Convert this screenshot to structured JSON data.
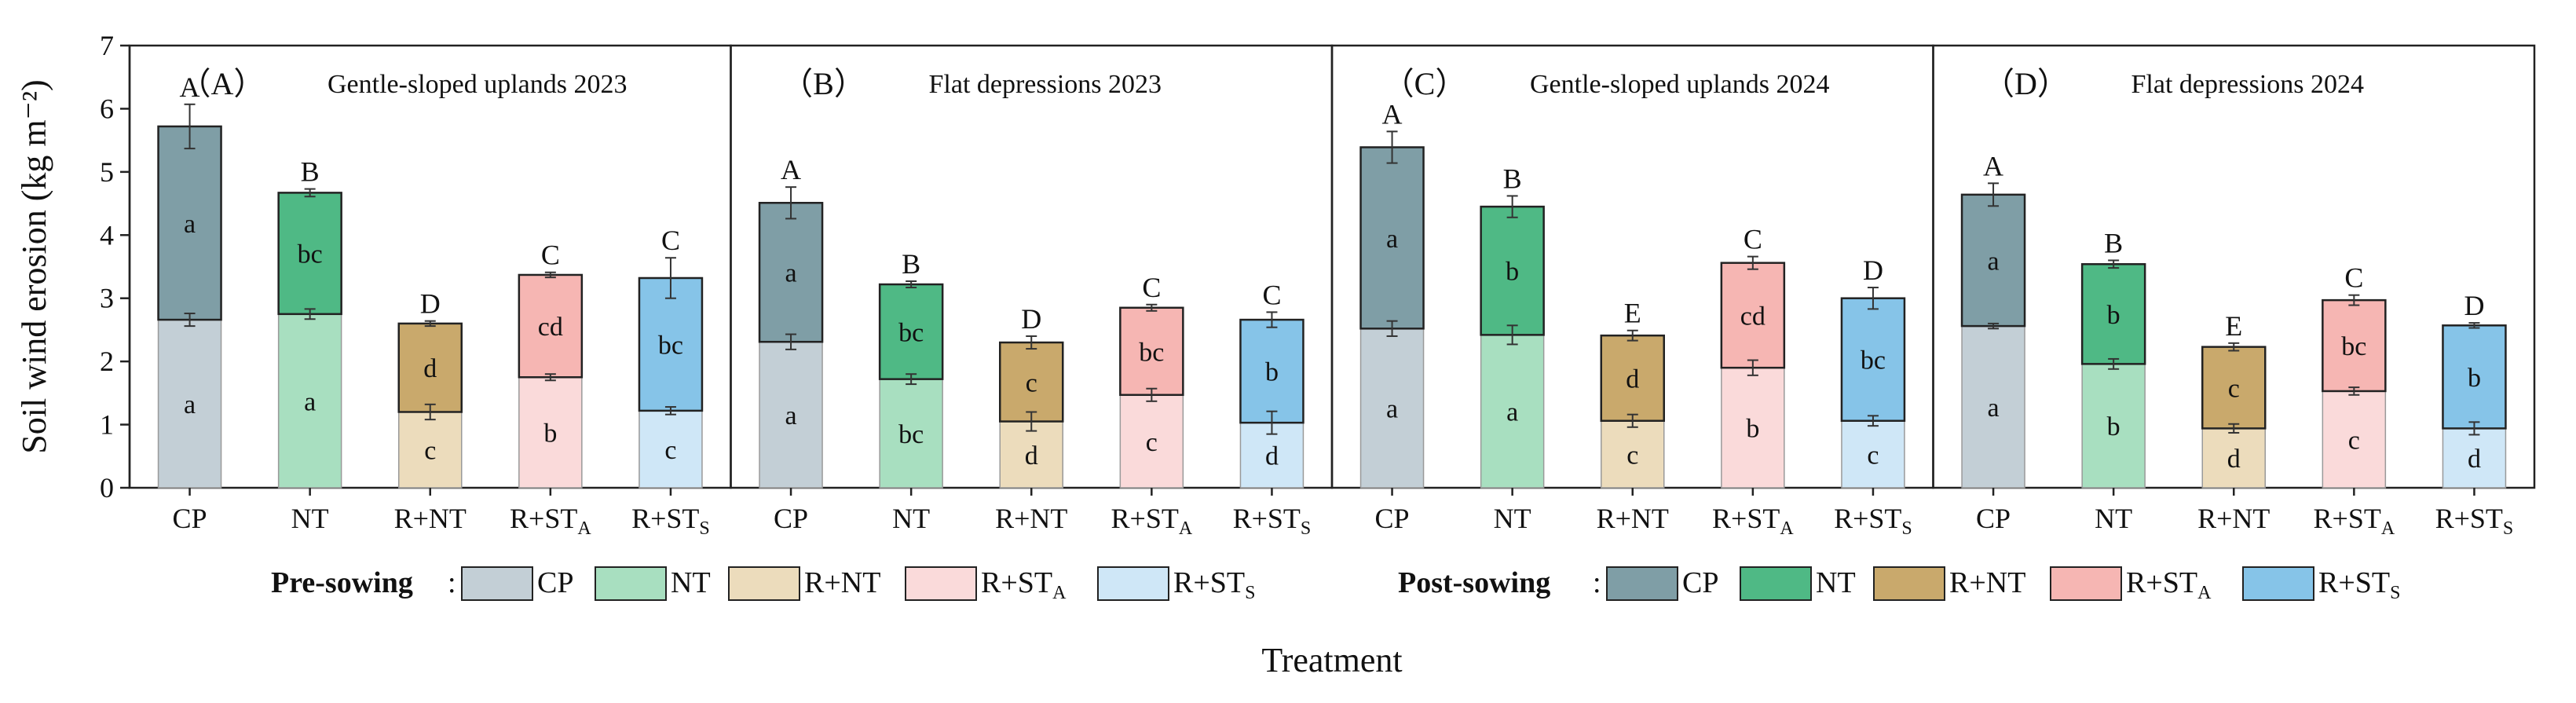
{
  "chart_data": {
    "type": "bar",
    "stacked": true,
    "ylabel": "Soil wind erosion (kg m⁻²)",
    "xlabel": "Treatment",
    "ylim": [
      0,
      7
    ],
    "yticks": [
      0,
      1,
      2,
      3,
      4,
      5,
      6,
      7
    ],
    "categories": [
      "CP",
      "NT",
      "R+NT",
      "R+STA",
      "R+STS"
    ],
    "category_labels": [
      {
        "main": "CP",
        "sub": ""
      },
      {
        "main": "NT",
        "sub": ""
      },
      {
        "main": "R+NT",
        "sub": ""
      },
      {
        "main": "R+ST",
        "sub": "A"
      },
      {
        "main": "R+ST",
        "sub": "S"
      }
    ],
    "grid": false,
    "legend": {
      "placement": "bottom",
      "groups": [
        {
          "title": "Pre-sowing",
          "items": [
            {
              "main": "CP",
              "sub": "",
              "color": "#c3cfd6"
            },
            {
              "main": "NT",
              "sub": "",
              "color": "#a8dfc0"
            },
            {
              "main": "R+NT",
              "sub": "",
              "color": "#ecdcbc"
            },
            {
              "main": "R+ST",
              "sub": "A",
              "color": "#fadada"
            },
            {
              "main": "R+ST",
              "sub": "S",
              "color": "#cfe7f7"
            }
          ]
        },
        {
          "title": "Post-sowing",
          "items": [
            {
              "main": "CP",
              "sub": "",
              "color": "#7f9ea6"
            },
            {
              "main": "NT",
              "sub": "",
              "color": "#4fb985"
            },
            {
              "main": "R+NT",
              "sub": "",
              "color": "#c9a96c"
            },
            {
              "main": "R+ST",
              "sub": "A",
              "color": "#f6b6b3"
            },
            {
              "main": "R+ST",
              "sub": "S",
              "color": "#86c4e8"
            }
          ]
        }
      ]
    },
    "panels": [
      {
        "label": "（A）",
        "name": "Gentle-sloped uplands 2023",
        "pre": [
          2.66,
          2.75,
          1.2,
          1.75,
          1.22
        ],
        "pre_err": [
          0.1,
          0.08,
          0.12,
          0.05,
          0.06
        ],
        "total": [
          5.72,
          4.67,
          2.6,
          3.37,
          3.32
        ],
        "total_err": [
          0.35,
          0.06,
          0.04,
          0.04,
          0.32
        ],
        "upper_letters": [
          "A",
          "B",
          "D",
          "C",
          "C"
        ],
        "post_letters": [
          "a",
          "bc",
          "d",
          "cd",
          "bc"
        ],
        "pre_letters": [
          "a",
          "a",
          "c",
          "b",
          "c"
        ]
      },
      {
        "label": "（B）",
        "name": "Flat depressions  2023",
        "pre": [
          2.31,
          1.72,
          1.05,
          1.47,
          1.03
        ],
        "pre_err": [
          0.12,
          0.08,
          0.15,
          0.1,
          0.18
        ],
        "total": [
          4.51,
          3.22,
          2.3,
          2.85,
          2.66
        ],
        "total_err": [
          0.25,
          0.05,
          0.1,
          0.05,
          0.12
        ],
        "upper_letters": [
          "A",
          "B",
          "D",
          "C",
          "C"
        ],
        "post_letters": [
          "a",
          "bc",
          "c",
          "bc",
          "b"
        ],
        "pre_letters": [
          "a",
          "bc",
          "d",
          "c",
          "d"
        ]
      },
      {
        "label": "（C）",
        "name": "Gentle-sloped uplands  2024",
        "pre": [
          2.52,
          2.42,
          1.06,
          1.9,
          1.06
        ],
        "pre_err": [
          0.12,
          0.15,
          0.1,
          0.12,
          0.08
        ],
        "total": [
          5.39,
          4.45,
          2.41,
          3.56,
          3.0
        ],
        "total_err": [
          0.25,
          0.17,
          0.08,
          0.1,
          0.17
        ],
        "upper_letters": [
          "A",
          "B",
          "E",
          "C",
          "D"
        ],
        "post_letters": [
          "a",
          "b",
          "d",
          "cd",
          "bc"
        ],
        "pre_letters": [
          "a",
          "a",
          "c",
          "b",
          "c"
        ]
      },
      {
        "label": "（D）",
        "name": "Flat depressions  2024",
        "pre": [
          2.56,
          1.96,
          0.94,
          1.53,
          0.94
        ],
        "pre_err": [
          0.04,
          0.08,
          0.07,
          0.06,
          0.1
        ],
        "total": [
          4.64,
          3.54,
          2.23,
          2.97,
          2.57
        ],
        "total_err": [
          0.18,
          0.06,
          0.06,
          0.08,
          0.04
        ],
        "upper_letters": [
          "A",
          "B",
          "E",
          "C",
          "D"
        ],
        "post_letters": [
          "a",
          "b",
          "c",
          "bc",
          "b"
        ],
        "pre_letters": [
          "a",
          "b",
          "d",
          "c",
          "d"
        ]
      }
    ]
  }
}
